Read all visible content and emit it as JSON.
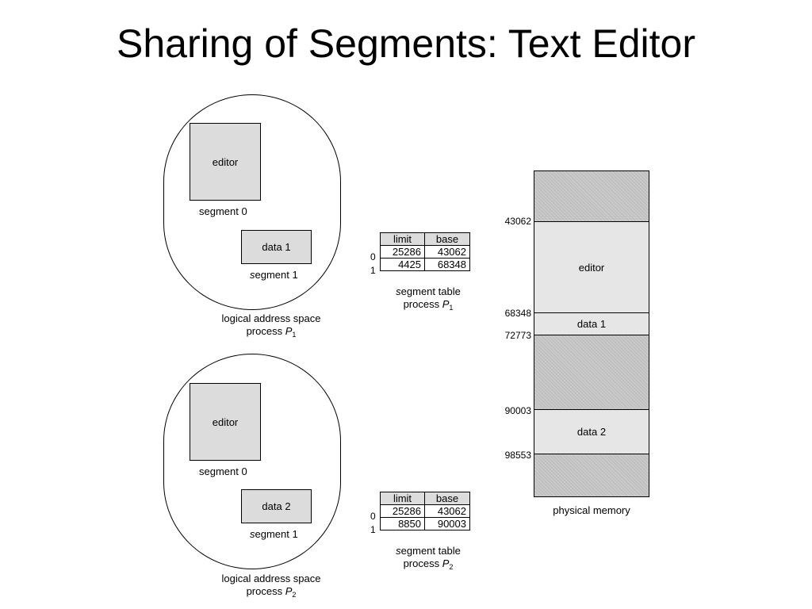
{
  "title": "Sharing of Segments: Text Editor",
  "processes": [
    {
      "editor_label": "editor",
      "segment0_label": "segment 0",
      "data_label": "data 1",
      "segment1_prefix": "s",
      "segment1_rest": "egment 1",
      "space_label_line1": "logical address space",
      "space_label_prefix": "process ",
      "space_label_p": "P",
      "space_label_sub": "1",
      "table": {
        "headers": [
          "limit",
          "base"
        ],
        "rows": [
          {
            "index": "0",
            "limit": "25286",
            "base": "43062"
          },
          {
            "index": "1",
            "limit": "4425",
            "base": "68348"
          }
        ],
        "caption_line1_prefix": "s",
        "caption_line1_rest": "egment table",
        "caption_prefix": "process ",
        "caption_p": "P",
        "caption_sub": "1"
      }
    },
    {
      "editor_label": "editor",
      "segment0_label": "segment 0",
      "data_label": "data 2",
      "segment1_prefix": "s",
      "segment1_rest": "egment 1",
      "space_label_line1": "logical address space",
      "space_label_prefix": "process ",
      "space_label_p": "P",
      "space_label_sub": "2",
      "table": {
        "headers": [
          "limit",
          "base"
        ],
        "rows": [
          {
            "index": "0",
            "limit": "25286",
            "base": "43062"
          },
          {
            "index": "1",
            "limit": "8850",
            "base": "90003"
          }
        ],
        "caption_line1_prefix": "s",
        "caption_line1_rest": "egment table",
        "caption_prefix": "process ",
        "caption_p": "P",
        "caption_sub": "2"
      }
    }
  ],
  "memory": {
    "label": "physical memory",
    "blocks": [
      {
        "label": "editor"
      },
      {
        "label": "data 1"
      },
      {
        "label": "data 2"
      }
    ],
    "addresses": [
      "43062",
      "68348",
      "72773",
      "90003",
      "98553"
    ]
  }
}
